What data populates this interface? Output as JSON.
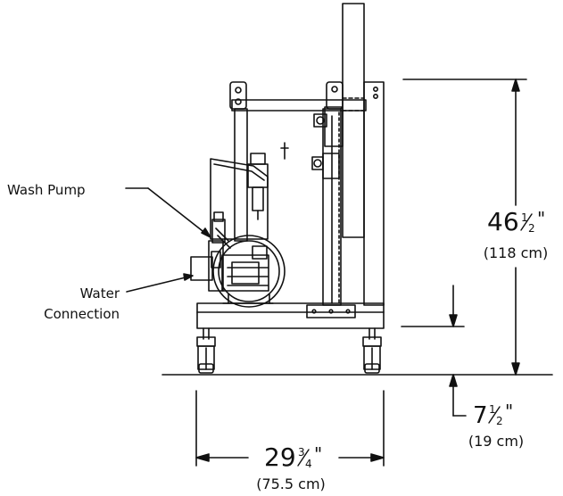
{
  "labels": {
    "wash_pump": "Wash Pump",
    "water_line1": "Water",
    "water_line2": "Connection"
  },
  "dimensions": {
    "height": {
      "whole": "46",
      "frac_num": "1",
      "frac_den": "2",
      "unit": "\"",
      "metric": "(118 cm)"
    },
    "base": {
      "whole": "7",
      "frac_num": "1",
      "frac_den": "2",
      "unit": "\"",
      "metric": "(19 cm)"
    },
    "width": {
      "whole": "29",
      "frac_num": "3",
      "frac_den": "4",
      "unit": "\"",
      "metric": "(75.5 cm)"
    }
  },
  "colors": {
    "line": "#111111",
    "background": "#ffffff"
  }
}
